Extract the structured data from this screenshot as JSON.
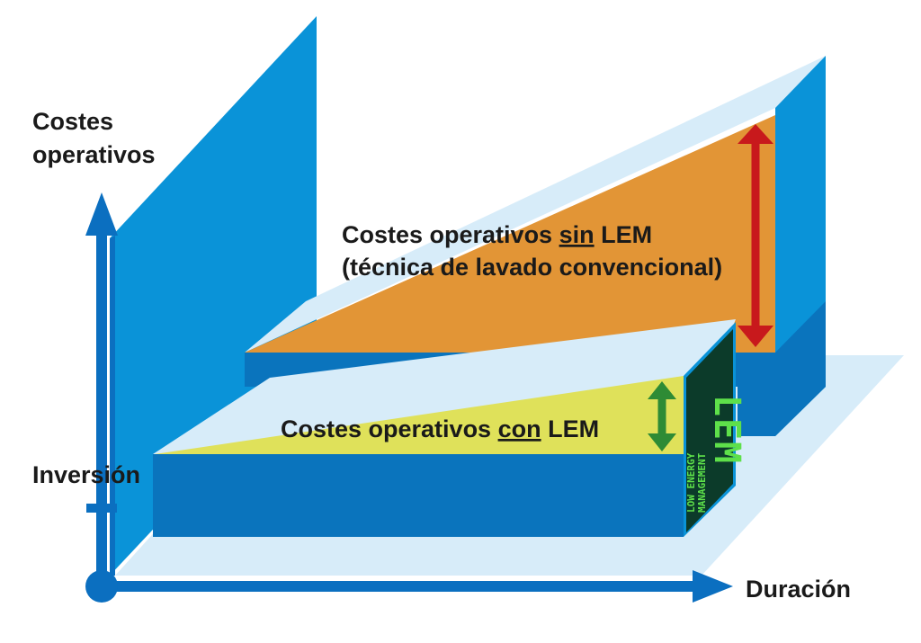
{
  "labels": {
    "y_axis_line1": "Costes",
    "y_axis_line2": "operativos",
    "x_axis": "Duración",
    "investment": "Inversión",
    "without_lem_line1_prefix": "Costes operativos ",
    "without_lem_line1_emph": "sin",
    "without_lem_line1_suffix": " LEM",
    "without_lem_line2": "(técnica de lavado convencional)",
    "with_lem_prefix": "Costes operativos ",
    "with_lem_emph": "con",
    "with_lem_suffix": " LEM"
  },
  "badge": {
    "title": "LEM",
    "subtitle_line1": "LOW ENERGY",
    "subtitle_line2": "MANAGEMENT"
  },
  "colors": {
    "axis_blue": "#0b6fc0",
    "panel_blue": "#0a93d8",
    "slab_front": "#0a74bd",
    "floor_light": "#d7ecf9",
    "orange": "#e29536",
    "yellow": "#dfe15a",
    "arrow_red": "#c8191c",
    "arrow_green": "#2e8b35",
    "badge_bg": "#0c3b2a"
  }
}
